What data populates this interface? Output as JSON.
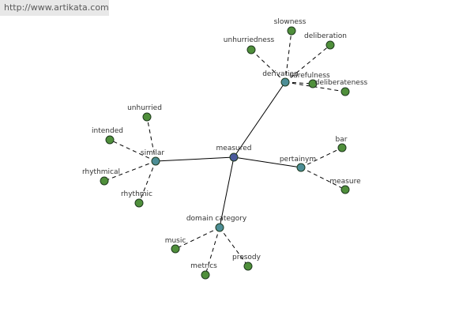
{
  "banner": {
    "url_text": "http://www.artikata.com"
  },
  "colors": {
    "center": "#4a5a9c",
    "hub": "#4d8e96",
    "leaf": "#4f8f3b"
  },
  "graph": {
    "nodes": [
      {
        "id": "measured",
        "label": "measured",
        "kind": "center"
      },
      {
        "id": "derivation",
        "label": "derivation",
        "kind": "hub"
      },
      {
        "id": "similar",
        "label": "similar",
        "kind": "hub"
      },
      {
        "id": "pertainym",
        "label": "pertainym",
        "kind": "hub"
      },
      {
        "id": "domain-category",
        "label": "domain category",
        "kind": "hub"
      },
      {
        "id": "slowness",
        "label": "slowness",
        "kind": "leaf"
      },
      {
        "id": "unhurriedness",
        "label": "unhurriedness",
        "kind": "leaf"
      },
      {
        "id": "deliberation",
        "label": "deliberation",
        "kind": "leaf"
      },
      {
        "id": "carefulness",
        "label": "carefulness",
        "kind": "leaf"
      },
      {
        "id": "deliberateness",
        "label": "deliberateness",
        "kind": "leaf"
      },
      {
        "id": "unhurried",
        "label": "unhurried",
        "kind": "leaf"
      },
      {
        "id": "intended",
        "label": "intended",
        "kind": "leaf"
      },
      {
        "id": "rhythmical",
        "label": "rhythmical",
        "kind": "leaf"
      },
      {
        "id": "rhythmic",
        "label": "rhythmic",
        "kind": "leaf"
      },
      {
        "id": "bar",
        "label": "bar",
        "kind": "leaf"
      },
      {
        "id": "measure",
        "label": "measure",
        "kind": "leaf"
      },
      {
        "id": "music",
        "label": "music",
        "kind": "leaf"
      },
      {
        "id": "metrics",
        "label": "metrics",
        "kind": "leaf"
      },
      {
        "id": "prosody",
        "label": "prosody",
        "kind": "leaf"
      }
    ],
    "edges": [
      {
        "from": "measured",
        "to": "derivation",
        "style": "solid"
      },
      {
        "from": "measured",
        "to": "similar",
        "style": "solid"
      },
      {
        "from": "measured",
        "to": "pertainym",
        "style": "solid"
      },
      {
        "from": "measured",
        "to": "domain-category",
        "style": "solid"
      },
      {
        "from": "derivation",
        "to": "slowness",
        "style": "dashed"
      },
      {
        "from": "derivation",
        "to": "unhurriedness",
        "style": "dashed"
      },
      {
        "from": "derivation",
        "to": "deliberation",
        "style": "dashed"
      },
      {
        "from": "derivation",
        "to": "carefulness",
        "style": "dashed"
      },
      {
        "from": "derivation",
        "to": "deliberateness",
        "style": "dashed"
      },
      {
        "from": "similar",
        "to": "unhurried",
        "style": "dashed"
      },
      {
        "from": "similar",
        "to": "intended",
        "style": "dashed"
      },
      {
        "from": "similar",
        "to": "rhythmical",
        "style": "dashed"
      },
      {
        "from": "similar",
        "to": "rhythmic",
        "style": "dashed"
      },
      {
        "from": "pertainym",
        "to": "bar",
        "style": "dashed"
      },
      {
        "from": "pertainym",
        "to": "measure",
        "style": "dashed"
      },
      {
        "from": "domain-category",
        "to": "music",
        "style": "dashed"
      },
      {
        "from": "domain-category",
        "to": "metrics",
        "style": "dashed"
      },
      {
        "from": "domain-category",
        "to": "prosody",
        "style": "dashed"
      }
    ]
  }
}
